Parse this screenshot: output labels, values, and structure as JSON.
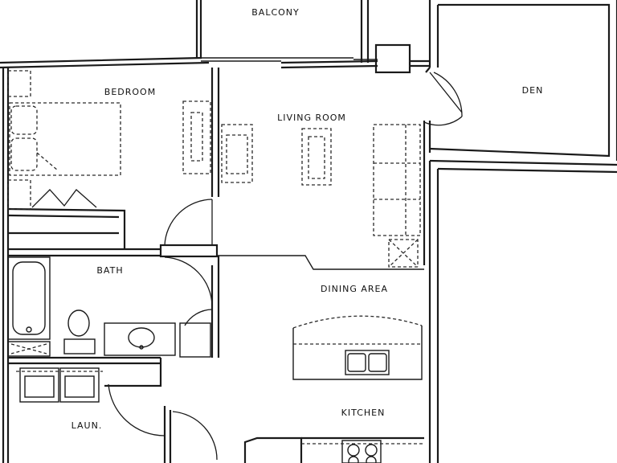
{
  "rooms": {
    "balcony": "BALCONY",
    "bedroom": "BEDROOM",
    "living_room": "LIVING ROOM",
    "den": "DEN",
    "bath": "BATH",
    "dining_area": "DINING AREA",
    "laundry": "LAUN.",
    "kitchen": "KITCHEN"
  },
  "colors": {
    "line": "#1a1a1a",
    "background": "#ffffff"
  }
}
